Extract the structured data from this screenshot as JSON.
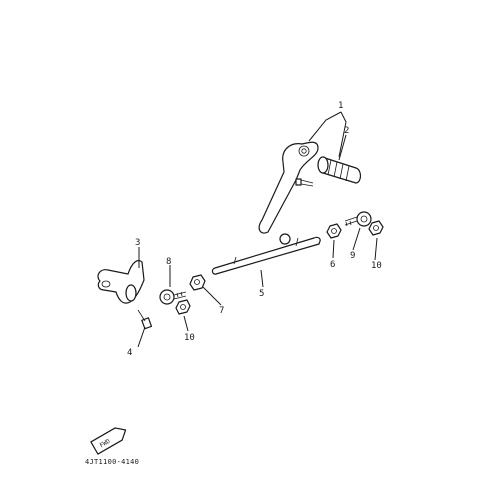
{
  "callouts": {
    "c1": "1",
    "c2": "2",
    "c3": "3",
    "c4": "4",
    "c5": "5",
    "c6": "6",
    "c7": "7",
    "c8": "8",
    "c9": "9",
    "c10a": "10",
    "c10b": "10"
  },
  "fwd_label": "FWD",
  "diagram_code": "4JT1100-4140"
}
